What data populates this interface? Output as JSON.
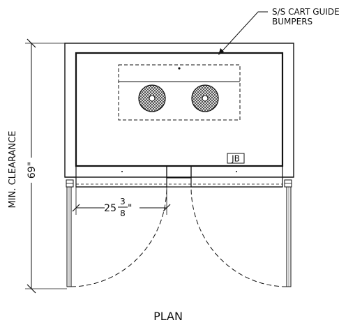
{
  "title": "PLAN",
  "callout": {
    "line1": "S/S CART GUIDE",
    "line2": "BUMPERS"
  },
  "vertical_dimension": {
    "value": "69\"",
    "label": "MIN. CLEARANCE"
  },
  "horizontal_dimension": {
    "whole": "25",
    "numerator": "3",
    "denominator": "8",
    "inch_mark": "\""
  },
  "junction_box": "JB",
  "colors": {
    "ink": "#111111",
    "fan_grille": "#333333",
    "background": "#ffffff"
  }
}
